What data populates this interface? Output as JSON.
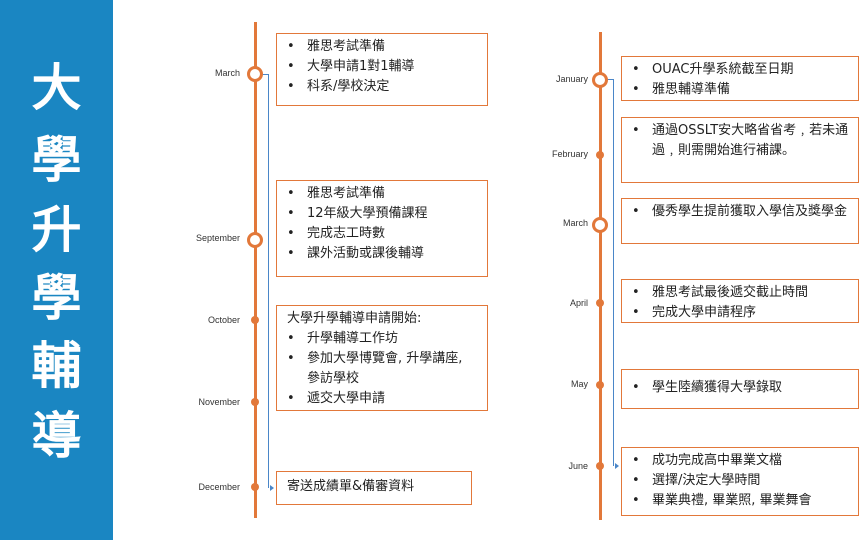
{
  "sidebar": {
    "title_chars": [
      "大",
      "學",
      "升",
      "學",
      "輔",
      "導"
    ]
  },
  "colors": {
    "sidebar_bg": "#1a86c2",
    "timeline": "#e2783a",
    "connector": "#4a86c8"
  },
  "timeline_left": {
    "months": [
      "March",
      "September",
      "October",
      "November",
      "December"
    ],
    "boxes": [
      {
        "items": [
          "雅思考試準備",
          "大學申請1對1輔導",
          "科系/學校決定"
        ]
      },
      {
        "items": [
          "雅思考試準備",
          "12年級大學預備課程",
          "完成志工時數",
          "課外活動或課後輔導"
        ]
      },
      {
        "head": "大學升學輔導申請開始:",
        "items": [
          "升學輔導工作坊",
          "參加大學博覽會, 升學講座, 參訪學校",
          "遞交大學申請"
        ]
      },
      {
        "head": "寄送成績單&備審資料",
        "items": []
      }
    ]
  },
  "timeline_right": {
    "months": [
      "January",
      "February",
      "March",
      "April",
      "May",
      "June"
    ],
    "boxes": [
      {
        "items": [
          "OUAC升學系統截至日期",
          "雅思輔導準備"
        ]
      },
      {
        "items": [
          "通過OSSLT安大略省省考﹐若未通過﹐則需開始進行補課。"
        ]
      },
      {
        "items": [
          "優秀學生提前獲取入學信及獎學金"
        ]
      },
      {
        "items": [
          "雅思考試最後遞交截止時間",
          "完成大學申請程序"
        ]
      },
      {
        "items": [
          "學生陸續獲得大學錄取"
        ]
      },
      {
        "items": [
          "成功完成高中畢業文檔",
          "選擇/決定大學時間",
          "畢業典禮, 畢業照, 畢業舞會"
        ]
      }
    ]
  }
}
